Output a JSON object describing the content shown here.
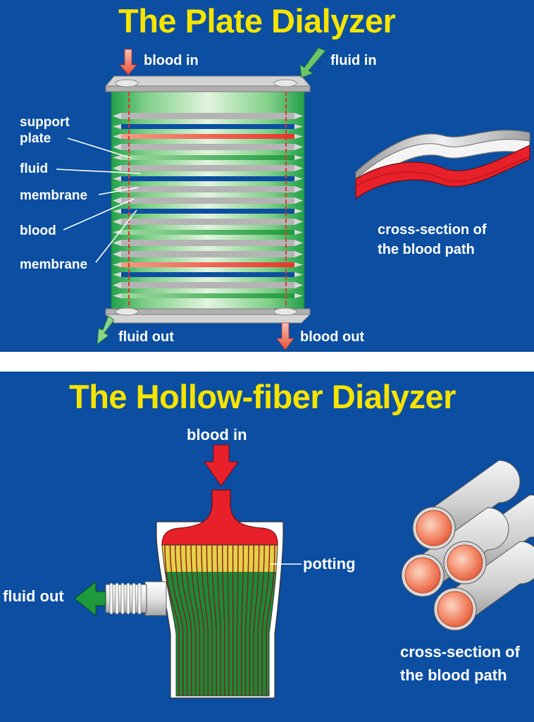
{
  "plate": {
    "title": "The Plate Dialyzer",
    "labels": {
      "blood_in": "blood in",
      "fluid_in": "fluid in",
      "support_plate": "support\nplate",
      "fluid": "fluid",
      "membrane_top": "membrane",
      "blood": "blood",
      "membrane_bottom": "membrane",
      "fluid_out": "fluid out",
      "blood_out": "blood out",
      "cross_section": "cross-section of\nthe blood path"
    }
  },
  "hollow": {
    "title": "The Hollow-fiber Dialyzer",
    "labels": {
      "blood_in": "blood in",
      "potting": "potting",
      "fluid_out": "fluid out",
      "cross_section": "cross-section of\nthe blood path"
    }
  },
  "colors": {
    "background": "#0b4ea2",
    "title": "#f6e400",
    "blood": "#e8202a",
    "fluid": "#1e9a3c",
    "membrane": "#c8c8c8"
  }
}
